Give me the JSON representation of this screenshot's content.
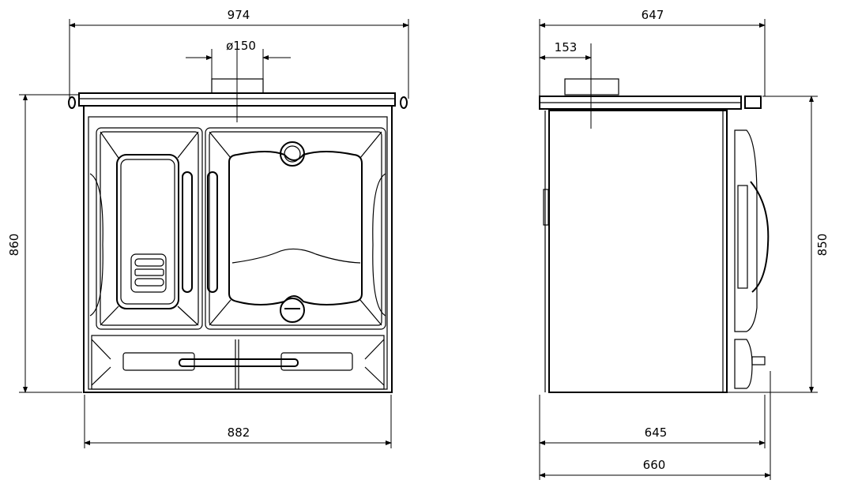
{
  "front_view": {
    "overall_width": "974",
    "flue_diameter": "ø150",
    "height": "860",
    "body_width": "882"
  },
  "side_view": {
    "overall_depth": "647",
    "flue_offset": "153",
    "height": "850",
    "body_depth": "645",
    "total_depth": "660"
  }
}
